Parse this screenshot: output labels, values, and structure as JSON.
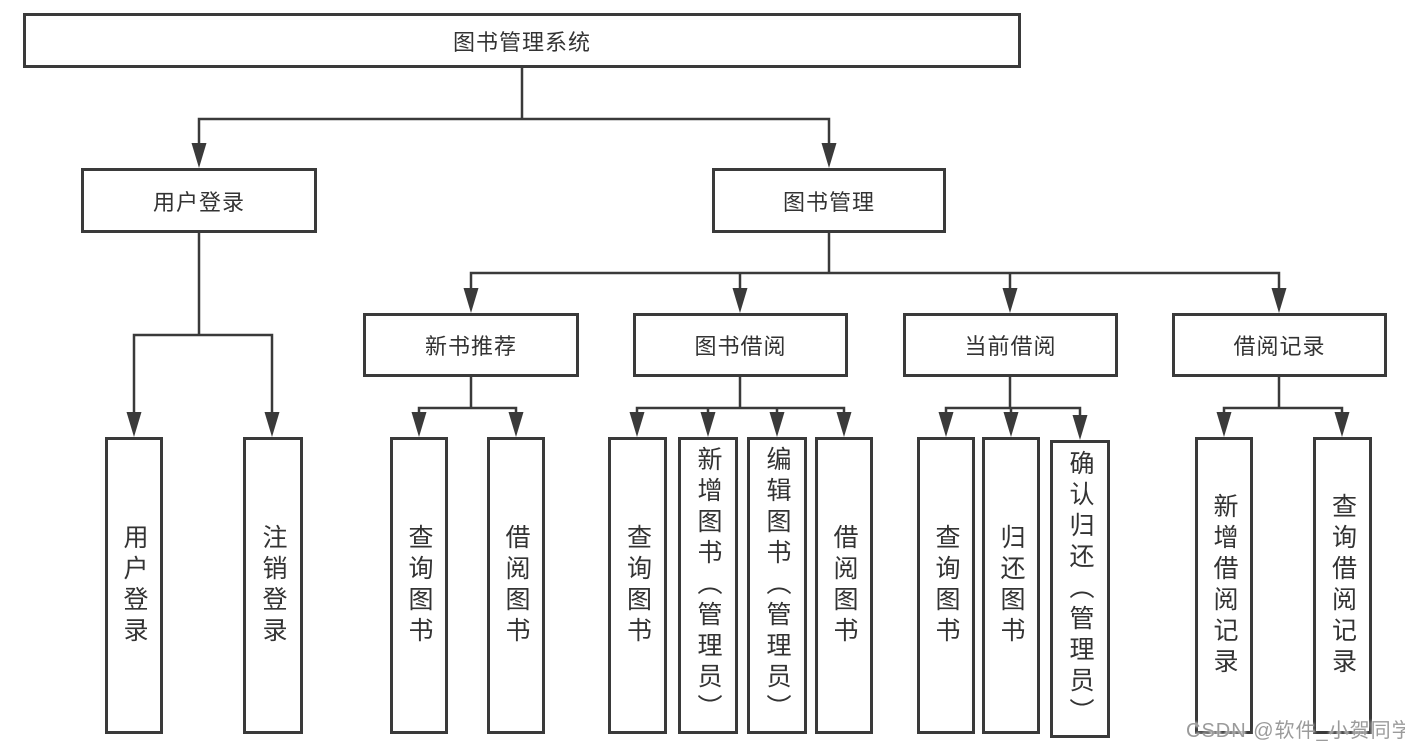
{
  "title": "图书管理系统",
  "watermark": "CSDN @软件_小贺同学",
  "colors": {
    "line": "#3a3a3a",
    "box_border": "#3a3a3a",
    "box_background": "#ffffff",
    "text": "#333333",
    "watermark": "#9b9b9b"
  },
  "tree": {
    "root": {
      "label": "图书管理系统",
      "children": [
        {
          "label": "用户登录",
          "children": [
            {
              "label": "用户登录"
            },
            {
              "label": "注销登录"
            }
          ]
        },
        {
          "label": "图书管理",
          "children": [
            {
              "label": "新书推荐",
              "children": [
                {
                  "label": "查询图书"
                },
                {
                  "label": "借阅图书"
                }
              ]
            },
            {
              "label": "图书借阅",
              "children": [
                {
                  "label": "查询图书"
                },
                {
                  "label": "新增图书（管理员）"
                },
                {
                  "label": "编辑图书（管理员）"
                },
                {
                  "label": "借阅图书"
                }
              ]
            },
            {
              "label": "当前借阅",
              "children": [
                {
                  "label": "查询图书"
                },
                {
                  "label": "归还图书"
                },
                {
                  "label": "确认归还（管理员）"
                }
              ]
            },
            {
              "label": "借阅记录",
              "children": [
                {
                  "label": "新增借阅记录"
                },
                {
                  "label": "查询借阅记录"
                }
              ]
            }
          ]
        }
      ]
    }
  }
}
